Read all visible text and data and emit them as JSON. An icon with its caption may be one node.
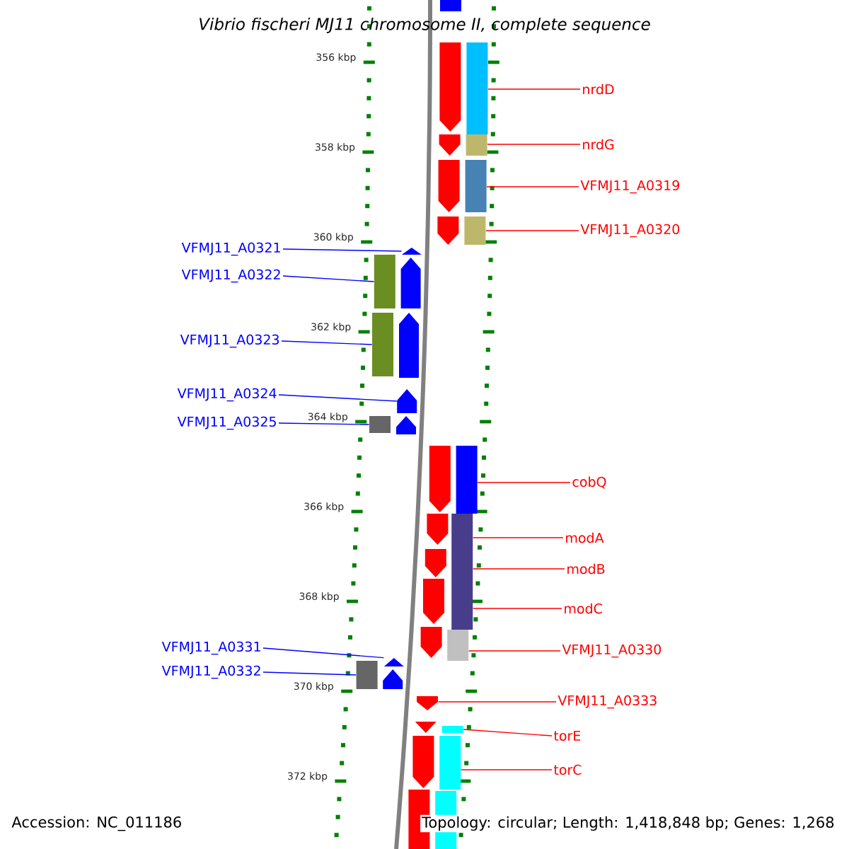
{
  "diagram": {
    "title": "Vibrio fischeri MJ11 chromosome II, complete sequence",
    "nodes": [
      {
        "text": [
          "nrdD"
        ]
      },
      {
        "text": [
          "nrdG"
        ]
      },
      {
        "text": [
          "VFMJ11_A0319"
        ]
      },
      {
        "text": [
          "VFMJ11_A0320"
        ]
      },
      {
        "text": [
          "VFMJ11_A0321"
        ]
      },
      {
        "text": [
          "VFMJ11_A0322"
        ]
      },
      {
        "text": [
          "VFMJ11_A0323"
        ]
      },
      {
        "text": [
          "VFMJ11_A0324"
        ]
      },
      {
        "text": [
          "VFMJ11_A0325"
        ]
      },
      {
        "text": [
          "cobQ"
        ]
      },
      {
        "text": [
          "modA"
        ]
      },
      {
        "text": [
          "modB"
        ]
      },
      {
        "text": [
          "modC"
        ]
      },
      {
        "text": [
          "VFMJ11_A0330"
        ]
      },
      {
        "text": [
          "VFMJ11_A0331"
        ]
      },
      {
        "text": [
          "VFMJ11_A0332"
        ]
      },
      {
        "text": [
          "VFMJ11_A0333"
        ]
      },
      {
        "text": [
          "torE"
        ]
      },
      {
        "text": [
          "torC"
        ]
      },
      {
        "text": [],
        "shape": "box"
      },
      {
        "text": [],
        "shape": "box"
      },
      {
        "text": [],
        "shape": "box"
      },
      {
        "text": [],
        "shape": "box"
      },
      {
        "text": [],
        "shape": "arrow"
      },
      {
        "text": [],
        "shape": "box"
      },
      {
        "text": [],
        "shape": "box"
      },
      {
        "text": [],
        "shape": "arrow"
      },
      {
        "text": [],
        "shape": "box"
      },
      {
        "text": [],
        "shape": "box"
      },
      {
        "text": [],
        "shape": "box"
      },
      {
        "text": [],
        "shape": "box"
      },
      {
        "text": [],
        "shape": "arrow"
      },
      {
        "text": [],
        "shape": "box"
      },
      {
        "text": [],
        "shape": "arrow"
      },
      {
        "text": [],
        "shape": "box"
      },
      {
        "text": [],
        "shape": "box"
      },
      {
        "text": [],
        "shape": "box"
      }
    ],
    "edges": [
      {
        "from": 0,
        "to": 19,
        "arrow": "none"
      },
      {
        "from": 1,
        "to": 20,
        "arrow": "none"
      },
      {
        "from": 2,
        "to": 21,
        "arrow": "none"
      },
      {
        "from": 3,
        "to": 22,
        "arrow": "none"
      },
      {
        "from": 4,
        "to": 23,
        "arrow": "none",
        "color": "#0000ff"
      },
      {
        "from": 5,
        "to": 24,
        "arrow": "none",
        "color": "#0000ff"
      },
      {
        "from": 6,
        "to": 25,
        "arrow": "none",
        "color": "#0000ff"
      },
      {
        "from": 7,
        "to": 26,
        "arrow": "none",
        "color": "#0000ff"
      },
      {
        "from": 8,
        "to": 27,
        "arrow": "none",
        "color": "#0000ff"
      },
      {
        "from": 9,
        "to": 28,
        "arrow": "none"
      },
      {
        "from": 10,
        "to": 29,
        "arrow": "none"
      },
      {
        "from": 11,
        "to": 29,
        "arrow": "none"
      },
      {
        "from": 12,
        "to": 29,
        "arrow": "none"
      },
      {
        "from": 13,
        "to": 30,
        "arrow": "none"
      },
      {
        "from": 14,
        "to": 31,
        "arrow": "none",
        "color": "#0000ff"
      },
      {
        "from": 15,
        "to": 32,
        "arrow": "none",
        "color": "#0000ff"
      },
      {
        "from": 16,
        "to": 33,
        "arrow": "none"
      },
      {
        "from": 17,
        "to": 34,
        "arrow": "none"
      },
      {
        "from": 18,
        "to": 35,
        "arrow": "none"
      }
    ],
    "labels": [
      "356 kbp",
      "358 kbp",
      "360 kbp",
      "362 kbp",
      "364 kbp",
      "366 kbp",
      "368 kbp",
      "370 kbp",
      "372 kbp",
      "Accession: NC_011186",
      "Topology: circular; Length: 1,418,848 bp; Genes: 1,268"
    ]
  }
}
